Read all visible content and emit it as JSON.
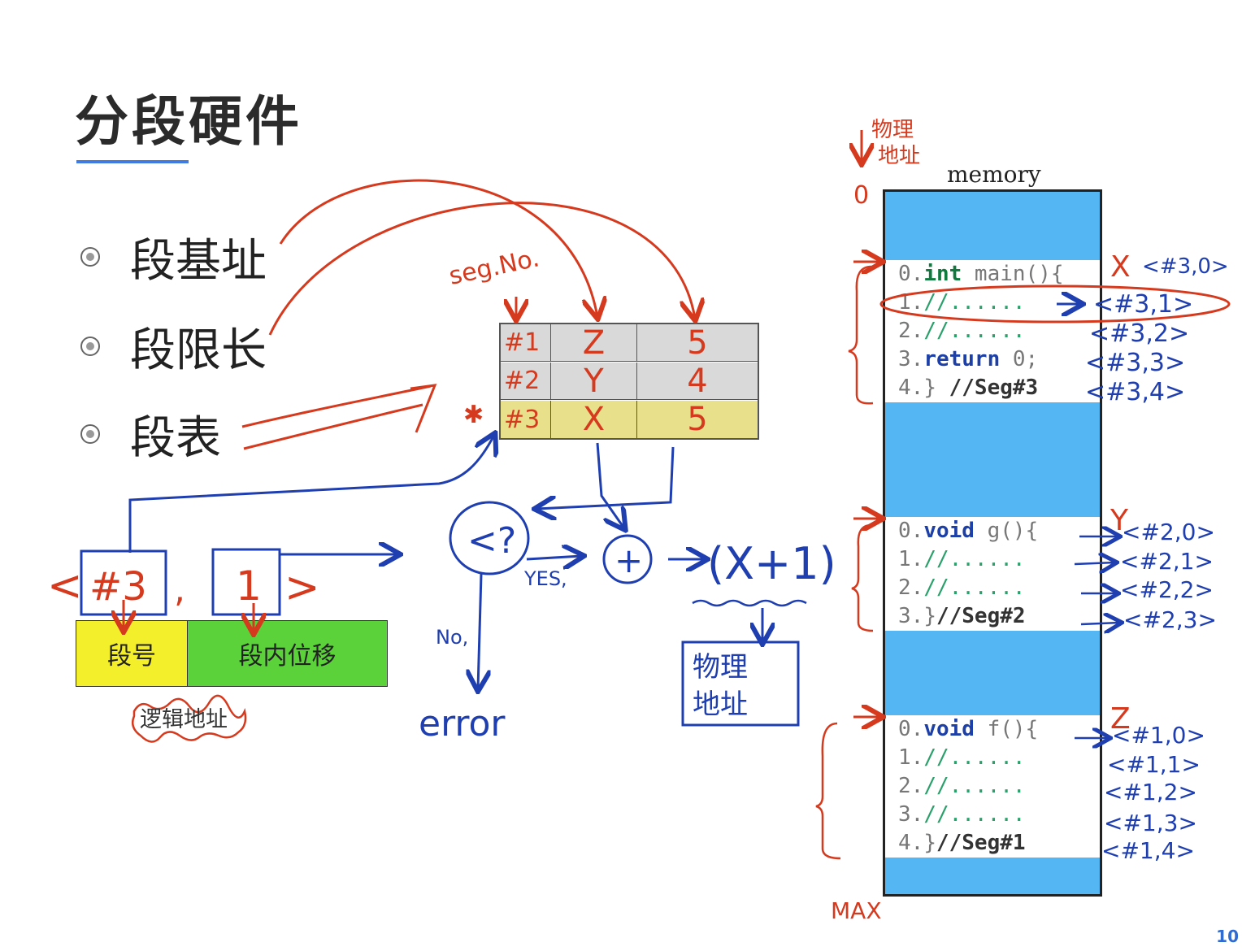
{
  "title": "分段硬件",
  "bullets": [
    "段基址",
    "段限长",
    "段表"
  ],
  "segment_table": {
    "rows": [
      {
        "seg": "#1",
        "base": "Z",
        "limit": "5"
      },
      {
        "seg": "#2",
        "base": "Y",
        "limit": "4"
      },
      {
        "seg": "#3",
        "base": "X",
        "limit": "5"
      }
    ],
    "highlight_row_color": "#e8e08a",
    "row_color": "#d9d9d9"
  },
  "annotations": {
    "seg_no": "seg.No.",
    "compare": "<?",
    "yes": "YES,",
    "no": "No,",
    "error": "error",
    "plus": "+",
    "sum": "(X+1)",
    "physical_addr": [
      "物理",
      "地址"
    ],
    "phys_top": [
      "物理",
      "地址"
    ],
    "zero": "0",
    "max": "MAX",
    "logical_address_label": "逻辑地址",
    "logical_input": {
      "open": "<",
      "seg": "#3",
      "comma": ",",
      "offset": "1",
      "close": ">"
    }
  },
  "logical_address_fields": {
    "seg_label": "段号",
    "offset_label": "段内位移"
  },
  "memory": {
    "label": "memory",
    "segments": [
      {
        "name": "X",
        "lines": [
          {
            "n": "0.",
            "a": "int",
            "b": " main(){",
            "style": "kw"
          },
          {
            "n": "1.",
            "a": "//......",
            "b": "",
            "style": "cm"
          },
          {
            "n": "2.",
            "a": "//......",
            "b": "",
            "style": "cm"
          },
          {
            "n": "3.",
            "a": "return",
            "b": " 0;",
            "style": "kw2"
          },
          {
            "n": "4.",
            "a": "}",
            "b": " //Seg#3",
            "style": "end"
          }
        ],
        "addrs": [
          "<#3,0>",
          "<#3,1>",
          "<#3,2>",
          "<#3,3>",
          "<#3,4>"
        ]
      },
      {
        "name": "Y",
        "lines": [
          {
            "n": "0.",
            "a": "void",
            "b": " g(){",
            "style": "kw2"
          },
          {
            "n": "1.",
            "a": "//......",
            "b": "",
            "style": "cm"
          },
          {
            "n": "2.",
            "a": "//......",
            "b": "",
            "style": "cm"
          },
          {
            "n": "3.",
            "a": "}",
            "b": "//Seg#2",
            "style": "end"
          }
        ],
        "addrs": [
          "<#2,0>",
          "<#2,1>",
          "<#2,2>",
          "<#2,3>"
        ]
      },
      {
        "name": "Z",
        "lines": [
          {
            "n": "0.",
            "a": "void",
            "b": " f(){",
            "style": "kw2"
          },
          {
            "n": "1.",
            "a": "//......",
            "b": "",
            "style": "cm"
          },
          {
            "n": "2.",
            "a": "//......",
            "b": "",
            "style": "cm"
          },
          {
            "n": "3.",
            "a": "//......",
            "b": "",
            "style": "cm"
          },
          {
            "n": "4.",
            "a": "}",
            "b": "//Seg#1",
            "style": "end"
          }
        ],
        "addrs": [
          "<#1,0>",
          "<#1,1>",
          "<#1,2>",
          "<#1,3>",
          "<#1,4>"
        ]
      }
    ]
  },
  "page_number": "10",
  "colors": {
    "red_ink": "#d63a1e",
    "blue_ink": "#1f3fb0",
    "memory_fill": "#55b6f4",
    "title_underline": "#3f7be0",
    "seg_field": "#f3ef2a",
    "offset_field": "#5bd23a"
  }
}
